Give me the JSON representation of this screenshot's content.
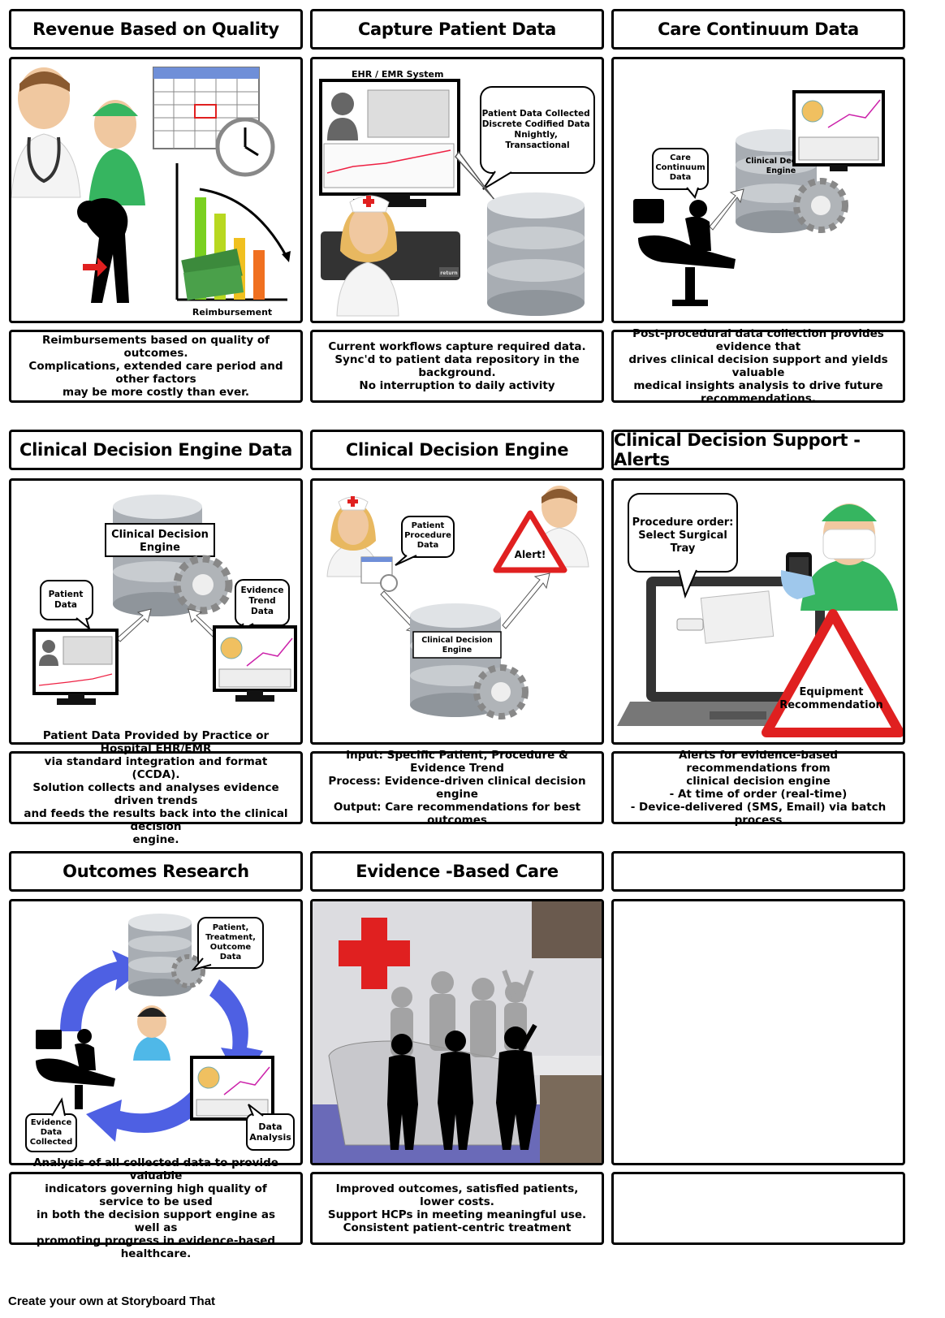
{
  "panels": [
    {
      "title": "Revenue Based on Quality",
      "labels": {
        "reimbursement": "Reimbursement"
      },
      "desc": "Reimbursements based on quality of outcomes.\nComplications, extended care period and other factors\nmay be more costly than ever."
    },
    {
      "title": "Capture Patient Data",
      "labels": {
        "system": "EHR / EMR System",
        "bubble": "Patient Data Collected\nDiscrete Codified Data\nNnightly,\nTransactional",
        "key_return": "return"
      },
      "desc": "Current workflows capture required data.\nSync'd to patient data repository in the background.\nNo interruption to daily activity"
    },
    {
      "title": "Care Continuum Data",
      "labels": {
        "bubble": "Care\nContinuum\nData",
        "engine": "Clinical Decision\nEngine"
      },
      "desc": "Post-procedural data collection provides evidence that\ndrives clinical decision support and yields valuable\nmedical insights analysis to drive future\nrecommendations."
    },
    {
      "title": "Clinical Decision Engine Data",
      "labels": {
        "engine": "Clinical Decision\nEngine",
        "patient": "Patient\nData",
        "evidence": "Evidence\nTrend\nData"
      },
      "desc": "Patient Data Provided by Practice or Hospital EHR/EMR\nvia standard integration and format (CCDA).\nSolution collects and analyses evidence driven trends\nand feeds the results back into the clinical decision\nengine."
    },
    {
      "title": "Clinical Decision Engine",
      "labels": {
        "procedure": "Patient\nProcedure\nData",
        "alert": "Alert!",
        "engine": "Clinical Decision\nEngine"
      },
      "desc": "Input: Specific Patient, Procedure & Evidence Trend\nProcess: Evidence-driven clinical decision engine\nOutput: Care recommendations for best outcomes"
    },
    {
      "title": "Clinical Decision Support - Alerts",
      "labels": {
        "bubble": "Procedure order:\nSelect Surgical\nTray",
        "equipment": "Equipment\nRecommendation"
      },
      "desc": "Alerts for evidence-based recommendations from\nclinical decision engine\n- At time of order (real-time)\n- Device-delivered (SMS, Email) via batch process"
    },
    {
      "title": "Outcomes Research",
      "labels": {
        "outcome": "Patient,\nTreatment,\nOutcome\nData",
        "collected": "Evidence\nData\nCollected",
        "analysis": "Data\nAnalysis"
      },
      "desc": "Analysis of all collected data to provide valuable\nindicators governing high quality of service to be used\nin both the decision support engine as well as\npromoting progress in evidence-based healthcare."
    },
    {
      "title": "Evidence -Based Care",
      "labels": {},
      "desc": "Improved outcomes, satisfied patients, lower costs.\nSupport HCPs in meeting meaningful use.\nConsistent patient-centric treatment"
    },
    {
      "title": "",
      "labels": {},
      "desc": ""
    }
  ],
  "footer": "Create your own at Storyboard That",
  "colors": {
    "border": "#000000",
    "red": "#e02020",
    "blue": "#3b4fe0",
    "steel": "#9aa0a8"
  }
}
